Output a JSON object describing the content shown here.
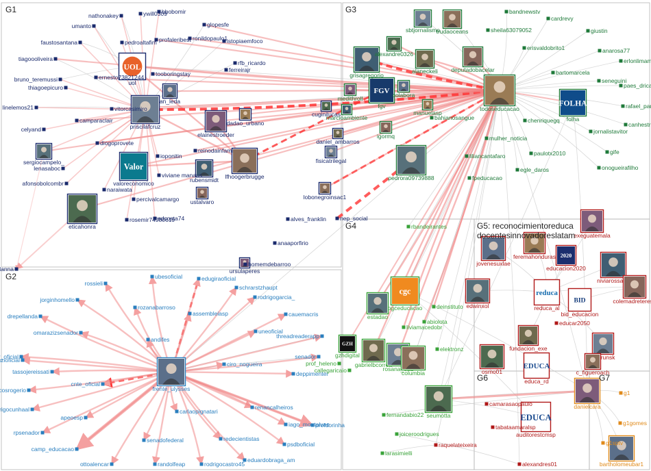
{
  "groups": [
    {
      "id": "G1",
      "label": "G1"
    },
    {
      "id": "G2",
      "label": "G2"
    },
    {
      "id": "G3",
      "label": "G3"
    },
    {
      "id": "G4",
      "label": "G4"
    },
    {
      "id": "G5",
      "label": "G5: reconocimientoreduca docentesinnovadoreslatam"
    },
    {
      "id": "G6",
      "label": "G6"
    },
    {
      "id": "G7",
      "label": "G7"
    }
  ],
  "group_colors": {
    "G1": "#1a2a6c",
    "G2": "#2a7fbf",
    "G3": "#1f7a3a",
    "G4": "#3aa33a",
    "G5": "#b01818",
    "G6": "#b01818",
    "G7": "#e08a1a"
  },
  "nodes": [
    {
      "label": "uol",
      "group": "G1",
      "icon": "photo-icon"
    },
    {
      "label": "priscilafcruz",
      "group": "G1",
      "icon": "photo-icon"
    },
    {
      "label": "valoreconomico",
      "group": "G1",
      "icon": "photo-icon"
    },
    {
      "label": "lfhoogerbrugge",
      "group": "G1",
      "icon": "photo-icon"
    },
    {
      "label": "eticahonra",
      "group": "G1",
      "icon": "photo-icon"
    },
    {
      "label": "elainestroeder",
      "group": "G1",
      "icon": "photo-icon"
    },
    {
      "label": "tooboringstay",
      "group": "G1",
      "icon": "photo-icon"
    },
    {
      "label": "an_leda",
      "group": "G1",
      "icon": "photo-icon"
    },
    {
      "label": "dadao_urbano",
      "group": "G1",
      "icon": "photo-icon"
    },
    {
      "label": "reinodainfami",
      "group": "G1",
      "icon": "photo-icon"
    },
    {
      "label": "rubensmidt",
      "group": "G1",
      "icon": "photo-icon"
    },
    {
      "label": "ustalvaro",
      "group": "G1",
      "icon": "photo-icon"
    },
    {
      "label": "sergiocampelo_",
      "group": "G1",
      "icon": "photo-icon"
    },
    {
      "label": "daniel_ambarros",
      "group": "G1",
      "icon": "photo-icon"
    },
    {
      "label": "fisicatrilegal",
      "group": "G1",
      "icon": "photo-icon"
    },
    {
      "label": "lobonegroinsac1",
      "group": "G1",
      "icon": "photo-icon"
    },
    {
      "label": "cuginilucas",
      "group": "G1",
      "icon": "photo-icon"
    },
    {
      "label": "ursulaperes",
      "group": "G1",
      "icon": "photo-icon"
    },
    {
      "label": "homemdebarroo",
      "group": "G1",
      "icon": "photo-icon"
    },
    {
      "label": "anaaporfirio",
      "group": "G1",
      "icon": "photo-icon"
    },
    {
      "label": "alves_franklin",
      "group": "G1",
      "icon": "photo-icon"
    },
    {
      "label": "nep_social",
      "group": "G1",
      "icon": "photo-icon"
    },
    {
      "label": "nathonakey",
      "group": "G1"
    },
    {
      "label": "ywill0309",
      "group": "G1"
    },
    {
      "label": "bbobomir",
      "group": "G1"
    },
    {
      "label": "umanto",
      "group": "G1"
    },
    {
      "label": "glopesfe",
      "group": "G1"
    },
    {
      "label": "faustosantana",
      "group": "G1"
    },
    {
      "label": "pedroaltafim",
      "group": "G1"
    },
    {
      "label": "profaleribest",
      "group": "G1"
    },
    {
      "label": "ronildopaulo1",
      "group": "G1"
    },
    {
      "label": "istopiaemfoco",
      "group": "G1"
    },
    {
      "label": "tiagoooliveira",
      "group": "G1"
    },
    {
      "label": "rfb_ricardo",
      "group": "G1"
    },
    {
      "label": "ferreirajr",
      "group": "G1"
    },
    {
      "label": "bruno_teremussi",
      "group": "G1"
    },
    {
      "label": "ernesto73821244",
      "group": "G1"
    },
    {
      "label": "thiagoepicuro",
      "group": "G1"
    },
    {
      "label": "linelemos21",
      "group": "G1"
    },
    {
      "label": "vitorcasimiro",
      "group": "G1"
    },
    {
      "label": "camparaclair",
      "group": "G1"
    },
    {
      "label": "celyand",
      "group": "G1"
    },
    {
      "label": "diogoprovete",
      "group": "G1"
    },
    {
      "label": "lenasaboc",
      "group": "G1"
    },
    {
      "label": "afonsobolcombr",
      "group": "G1"
    },
    {
      "label": "naraiwata",
      "group": "G1"
    },
    {
      "label": "percivalcamargo",
      "group": "G1"
    },
    {
      "label": "viviane manaus",
      "group": "G1"
    },
    {
      "label": "rosemir74980619",
      "group": "G1"
    },
    {
      "label": "edcosta74",
      "group": "G1"
    },
    {
      "label": "ioponitin",
      "group": "G1"
    },
    {
      "label": "bellanna",
      "group": "G1"
    },
    {
      "label": "frente_ulysses",
      "group": "G2",
      "icon": "photo-icon"
    },
    {
      "label": "ubesoficial",
      "group": "G2"
    },
    {
      "label": "edugiraoficial",
      "group": "G2"
    },
    {
      "label": "schrarstzhaupt",
      "group": "G2"
    },
    {
      "label": "rossieli",
      "group": "G2"
    },
    {
      "label": "rodrigogarcia_",
      "group": "G2"
    },
    {
      "label": "jorginhomello",
      "group": "G2"
    },
    {
      "label": "rozanabarroso",
      "group": "G2"
    },
    {
      "label": "assembleiasp",
      "group": "G2"
    },
    {
      "label": "cauemacris",
      "group": "G2"
    },
    {
      "label": "drepellanda",
      "group": "G2"
    },
    {
      "label": "uneoficial",
      "group": "G2"
    },
    {
      "label": "omarazizsenador",
      "group": "G2"
    },
    {
      "label": "andifes",
      "group": "G2"
    },
    {
      "label": "threadreaderapp",
      "group": "G2"
    },
    {
      "label": "itv_oficial",
      "group": "G2"
    },
    {
      "label": "senador",
      "group": "G2"
    },
    {
      "label": "giannazioficial",
      "group": "G2"
    },
    {
      "label": "tassojereissati",
      "group": "G2"
    },
    {
      "label": "ciro_nogueira",
      "group": "G2"
    },
    {
      "label": "deppimentel",
      "group": "G2"
    },
    {
      "label": "cnte_oficial",
      "group": "G2"
    },
    {
      "label": "marcosrogerio",
      "group": "G2"
    },
    {
      "label": "rodrigocunhaal",
      "group": "G2"
    },
    {
      "label": "apeoesp",
      "group": "G2"
    },
    {
      "label": "carlaopignatari",
      "group": "G2"
    },
    {
      "label": "renancalheiros",
      "group": "G2"
    },
    {
      "label": "iago_montalvao",
      "group": "G2"
    },
    {
      "label": "rpsenador",
      "group": "G2"
    },
    {
      "label": "camp_educacao",
      "group": "G2"
    },
    {
      "label": "senadofederal",
      "group": "G2"
    },
    {
      "label": "redecientistas",
      "group": "G2"
    },
    {
      "label": "profdorinha",
      "group": "G2"
    },
    {
      "label": "psdboficial",
      "group": "G2"
    },
    {
      "label": "ottoalencar",
      "group": "G2"
    },
    {
      "label": "randolfeap",
      "group": "G2"
    },
    {
      "label": "rodrigocastro45",
      "group": "G2"
    },
    {
      "label": "eduardobraga_am",
      "group": "G2"
    },
    {
      "label": "todoseducacao",
      "group": "G3",
      "icon": "photo-icon"
    },
    {
      "label": "folha",
      "group": "G3",
      "icon": "photo-icon"
    },
    {
      "label": "fgv",
      "group": "G3",
      "icon": "photo-icon"
    },
    {
      "label": "grisagregorio",
      "group": "G3",
      "icon": "photo-icon"
    },
    {
      "label": "deputadobacelar",
      "group": "G3",
      "icon": "photo-icon"
    },
    {
      "label": "pedrora09739888",
      "group": "G3",
      "icon": "photo-icon"
    },
    {
      "label": "alaneckeli",
      "group": "G3",
      "icon": "photo-icon"
    },
    {
      "label": "sbtjornalismo",
      "group": "G3",
      "icon": "photo-icon"
    },
    {
      "label": "trudaoceans",
      "group": "G3",
      "icon": "photo-icon"
    },
    {
      "label": "alexandre0326",
      "group": "G3",
      "icon": "photo-icon"
    },
    {
      "label": "medithroll",
      "group": "G3",
      "icon": "photo-icon"
    },
    {
      "label": "colabora",
      "group": "G3",
      "icon": "photo-icon"
    },
    {
      "label": "manuelasp",
      "group": "G3",
      "icon": "photo-icon"
    },
    {
      "label": "marcioambiente",
      "group": "G3",
      "icon": "photo-icon"
    },
    {
      "label": "igormq",
      "group": "G3",
      "icon": "photo-icon"
    },
    {
      "label": "bandnewstv",
      "group": "G3"
    },
    {
      "label": "cardrevy",
      "group": "G3"
    },
    {
      "label": "sheila63079052",
      "group": "G3"
    },
    {
      "label": "giustin",
      "group": "G3"
    },
    {
      "label": "erisvaldobrito1",
      "group": "G3"
    },
    {
      "label": "anarosa77",
      "group": "G3"
    },
    {
      "label": "erlonlimamanaus",
      "group": "G3"
    },
    {
      "label": "bartomarcela",
      "group": "G3"
    },
    {
      "label": "seneguini",
      "group": "G3"
    },
    {
      "label": "paes_drica",
      "group": "G3"
    },
    {
      "label": "rafael_parente",
      "group": "G3"
    },
    {
      "label": "chenriquegq",
      "group": "G3"
    },
    {
      "label": "canhestrorosa",
      "group": "G3"
    },
    {
      "label": "jornalistavitor",
      "group": "G3"
    },
    {
      "label": "bahianosangue",
      "group": "G3"
    },
    {
      "label": "mulher_noticia",
      "group": "G3"
    },
    {
      "label": "gife",
      "group": "G3"
    },
    {
      "label": "paulotx2010",
      "group": "G3"
    },
    {
      "label": "onogueirafilho",
      "group": "G3"
    },
    {
      "label": "liliancantafaro",
      "group": "G3"
    },
    {
      "label": "egle_daros",
      "group": "G3"
    },
    {
      "label": "fpeducacao",
      "group": "G3"
    },
    {
      "label": "ogceducacao",
      "group": "G4",
      "icon": "photo-icon"
    },
    {
      "label": "estadao",
      "group": "G4",
      "icon": "photo-icon"
    },
    {
      "label": "gzhdigital",
      "group": "G4",
      "icon": "photo-icon"
    },
    {
      "label": "gabrielbcorrea",
      "group": "G4",
      "icon": "photo-icon"
    },
    {
      "label": "rosana_ead",
      "group": "G4",
      "icon": "photo-icon"
    },
    {
      "label": "columbia",
      "group": "G4",
      "icon": "photo-icon"
    },
    {
      "label": "seumotta",
      "group": "G4",
      "icon": "photo-icon"
    },
    {
      "label": "rbandeirantes",
      "group": "G4"
    },
    {
      "label": "deinstituto",
      "group": "G4"
    },
    {
      "label": "abiolota",
      "group": "G4"
    },
    {
      "label": "liviamacedobr",
      "group": "G4"
    },
    {
      "label": "elektronz",
      "group": "G4"
    },
    {
      "label": "prof_heleno",
      "group": "G4"
    },
    {
      "label": "callegaricaio",
      "group": "G4"
    },
    {
      "label": "fernandabio22",
      "group": "G4"
    },
    {
      "label": "joiceroodrigues",
      "group": "G4"
    },
    {
      "label": "larasimielli",
      "group": "G4"
    },
    {
      "label": "exeguatemala",
      "group": "G5",
      "icon": "photo-icon"
    },
    {
      "label": "jovenesuxlae",
      "group": "G5",
      "icon": "photo-icon"
    },
    {
      "label": "feremahonduras",
      "group": "G5",
      "icon": "photo-icon"
    },
    {
      "label": "educacion2020",
      "group": "G5",
      "icon": "photo-icon"
    },
    {
      "label": "niviarossana",
      "group": "G5",
      "icon": "photo-icon"
    },
    {
      "label": "colemadreteresa",
      "group": "G5",
      "icon": "photo-icon"
    },
    {
      "label": "edwinxol",
      "group": "G5",
      "icon": "photo-icon"
    },
    {
      "label": "reduca_al",
      "group": "G5",
      "icon": "photo-icon"
    },
    {
      "label": "bid_educacion",
      "group": "G5",
      "icon": "photo-icon"
    },
    {
      "label": "educar2050",
      "group": "G5",
      "icon": "photo-icon"
    },
    {
      "label": "fundacion_exe",
      "group": "G5",
      "icon": "photo-icon"
    },
    {
      "label": "thetrunsk",
      "group": "G5",
      "icon": "photo-icon"
    },
    {
      "label": "c_figueroach",
      "group": "G5",
      "icon": "photo-icon"
    },
    {
      "label": "educa_rd",
      "group": "G6",
      "icon": "photo-icon"
    },
    {
      "label": "osmo01",
      "group": "G6",
      "icon": "photo-icon"
    },
    {
      "label": "auditorestcmsp",
      "group": "G6",
      "icon": "photo-icon"
    },
    {
      "label": "camarasaopaulo",
      "group": "G6"
    },
    {
      "label": "tabataamaralsp",
      "group": "G6"
    },
    {
      "label": "raquelateixeira",
      "group": "G6"
    },
    {
      "label": "alexandres01",
      "group": "G6"
    },
    {
      "label": "danielcara",
      "group": "G7",
      "icon": "photo-icon"
    },
    {
      "label": "bartholomeubar1",
      "group": "G7",
      "icon": "photo-icon"
    },
    {
      "label": "g1",
      "group": "G7"
    },
    {
      "label": "g1gomes",
      "group": "G7"
    },
    {
      "label": "g1sptv",
      "group": "G7"
    }
  ],
  "logos": {
    "uol": "UOL",
    "valoreconomico": "Valor",
    "fgv": "FGV",
    "folha": "FOLHA",
    "ogceducacao": "cgc",
    "gzhdigital": "GZH",
    "auditorestcmsp": "EDUCA",
    "educa_rd": "EDUCA",
    "reduca_al": "reduca",
    "bid_educacion": "BID",
    "educacion2020": "2020"
  }
}
